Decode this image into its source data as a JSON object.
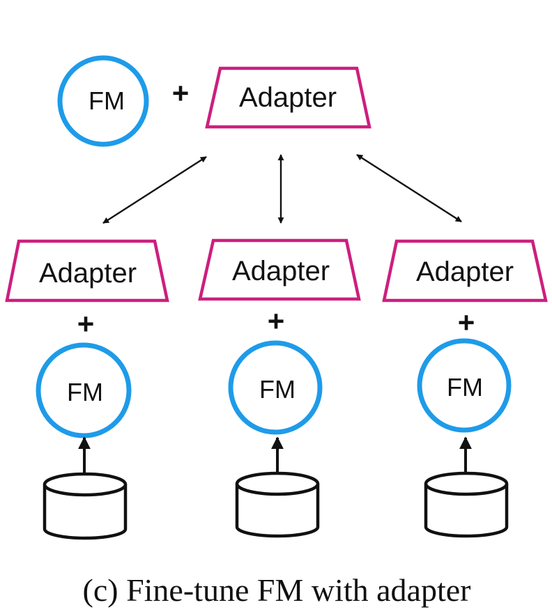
{
  "diagram": {
    "server": {
      "fm_label": "FM",
      "plus": "+",
      "adapter_label": "Adapter"
    },
    "clients": [
      {
        "adapter_label": "Adapter",
        "plus": "+",
        "fm_label": "FM"
      },
      {
        "adapter_label": "Adapter",
        "plus": "+",
        "fm_label": "FM"
      },
      {
        "adapter_label": "Adapter",
        "plus": "+",
        "fm_label": "FM"
      }
    ],
    "caption": "(c) Fine-tune FM with adapter",
    "colors": {
      "fm_circle": "#1e9be9",
      "adapter_outline": "#cc1f7e",
      "arrows": "#111111"
    }
  }
}
